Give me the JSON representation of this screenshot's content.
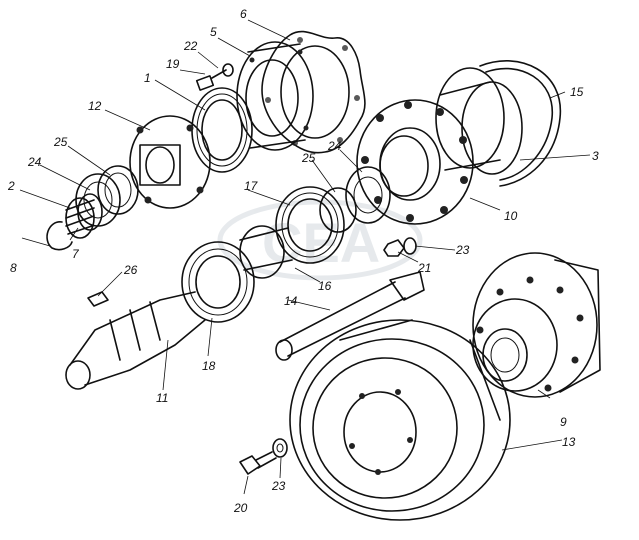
{
  "callouts": [
    {
      "id": "c1",
      "label": "1"
    },
    {
      "id": "c2",
      "label": "2"
    },
    {
      "id": "c3",
      "label": "3"
    },
    {
      "id": "c5",
      "label": "5"
    },
    {
      "id": "c6",
      "label": "6"
    },
    {
      "id": "c7",
      "label": "7"
    },
    {
      "id": "c8",
      "label": "8"
    },
    {
      "id": "c9",
      "label": "9"
    },
    {
      "id": "c10",
      "label": "10"
    },
    {
      "id": "c11",
      "label": "11"
    },
    {
      "id": "c12",
      "label": "12"
    },
    {
      "id": "c13",
      "label": "13"
    },
    {
      "id": "c14",
      "label": "14"
    },
    {
      "id": "c15",
      "label": "15"
    },
    {
      "id": "c16",
      "label": "16"
    },
    {
      "id": "c17",
      "label": "17"
    },
    {
      "id": "c18",
      "label": "18"
    },
    {
      "id": "c19",
      "label": "19"
    },
    {
      "id": "c20",
      "label": "20"
    },
    {
      "id": "c21",
      "label": "21"
    },
    {
      "id": "c22",
      "label": "22"
    },
    {
      "id": "c23a",
      "label": "23"
    },
    {
      "id": "c23b",
      "label": "23"
    },
    {
      "id": "c24a",
      "label": "24"
    },
    {
      "id": "c24b",
      "label": "24"
    },
    {
      "id": "c25a",
      "label": "25"
    },
    {
      "id": "c25b",
      "label": "25"
    },
    {
      "id": "c26",
      "label": "26"
    }
  ],
  "watermark": "CEA"
}
